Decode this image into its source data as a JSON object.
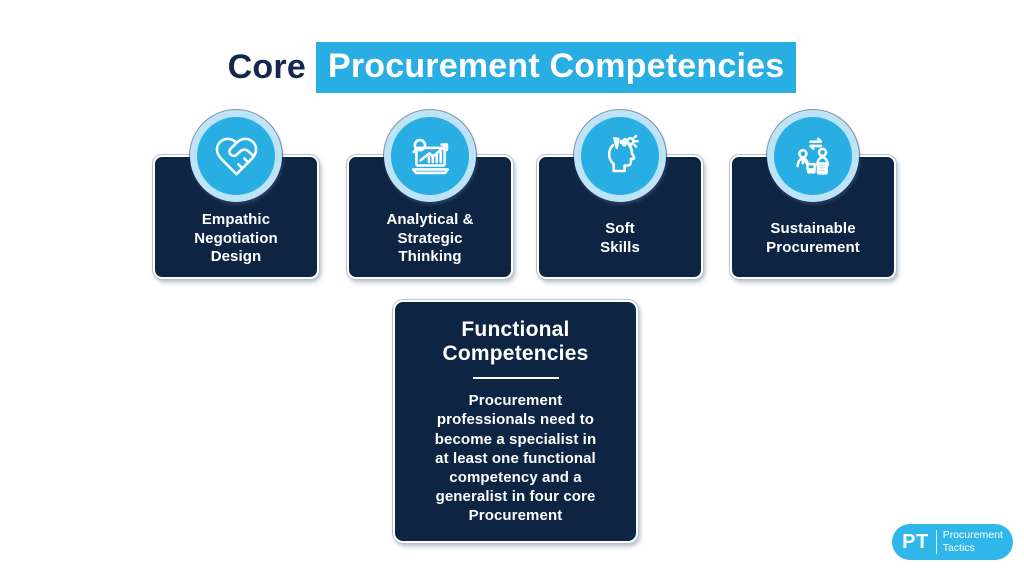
{
  "title": {
    "prefix": "Core",
    "highlight": "Procurement Competencies"
  },
  "cards": [
    {
      "icon": "heart-handshake-icon",
      "label": "Empathic\nNegotiation\nDesign"
    },
    {
      "icon": "chart-magnifier-icon",
      "label": "Analytical &\nStrategic\nThinking"
    },
    {
      "icon": "idea-head-icon",
      "label": "Soft\nSkills"
    },
    {
      "icon": "people-exchange-icon",
      "label": "Sustainable\nProcurement"
    }
  ],
  "functional_card": {
    "title": "Functional\nCompetencies",
    "body": "Procurement\nprofessionals need to\nbecome a specialist in\nat least one functional\ncompetency and a\ngeneralist in four core\nProcurement"
  },
  "logo": {
    "initials": "PT",
    "line1": "Procurement",
    "line2": "Tactics"
  },
  "colors": {
    "navy": "#0E2443",
    "title_navy": "#14284F",
    "cyan": "#29AEE4",
    "ring_blue": "#BCE3F6",
    "logo_blue": "#2FB7EA",
    "background": "#FFFFFF"
  }
}
